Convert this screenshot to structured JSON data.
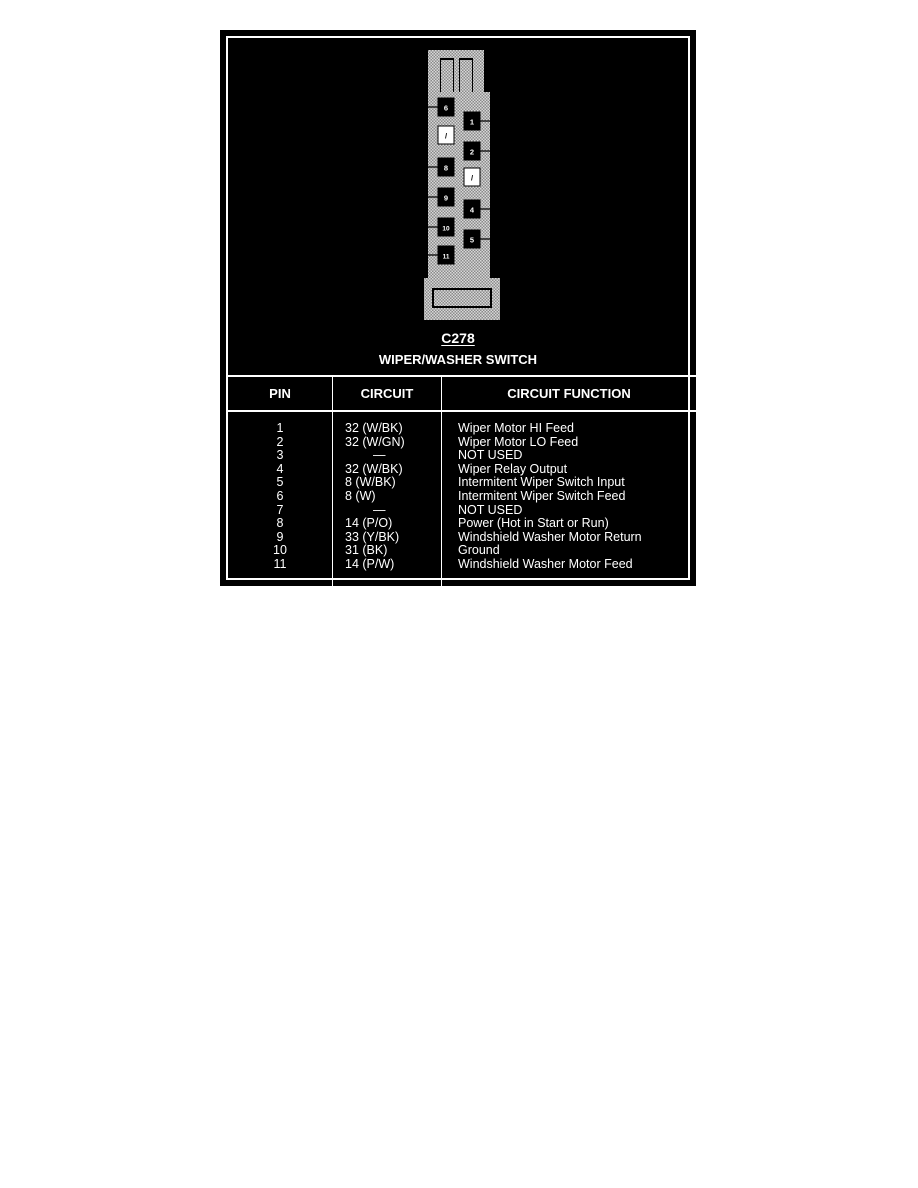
{
  "diagram": {
    "connector_id": "C278",
    "connector_name": "WIPER/WASHER SWITCH",
    "left_callouts": [
      {
        "pin": "6",
        "label": "8 (W)"
      },
      {
        "pin": "8",
        "label": "14 (P/O)"
      },
      {
        "pin": "9",
        "label": "33 (Y/BK)"
      },
      {
        "pin": "10",
        "label": "31 (BK)"
      },
      {
        "pin": "11",
        "label": "14 (P/W)"
      }
    ],
    "right_callouts": [
      {
        "pin": "1",
        "label": "32 (W/BK)"
      },
      {
        "pin": "2",
        "label": "32 (W/GN)"
      },
      {
        "pin": "4",
        "label": "32 (W/BK)"
      },
      {
        "pin": "5",
        "label": "8 (W/BK)"
      }
    ],
    "unused_pins": [
      "7",
      "3"
    ]
  },
  "table": {
    "headers": {
      "pin": "PIN",
      "circuit": "CIRCUIT",
      "function": "CIRCUIT FUNCTION"
    },
    "rows": [
      {
        "pin": "1",
        "circuit": "32 (W/BK)",
        "function": "Wiper Motor HI Feed"
      },
      {
        "pin": "2",
        "circuit": "32 (W/GN)",
        "function": "Wiper Motor LO Feed"
      },
      {
        "pin": "3",
        "circuit": "—",
        "function": "NOT USED"
      },
      {
        "pin": "4",
        "circuit": "32 (W/BK)",
        "function": "Wiper Relay Output"
      },
      {
        "pin": "5",
        "circuit": "8 (W/BK)",
        "function": "Intermitent Wiper Switch Input"
      },
      {
        "pin": "6",
        "circuit": "8 (W)",
        "function": "Intermitent Wiper Switch Feed"
      },
      {
        "pin": "7",
        "circuit": "—",
        "function": "NOT USED"
      },
      {
        "pin": "8",
        "circuit": "14 (P/O)",
        "function": "Power (Hot in Start or Run)"
      },
      {
        "pin": "9",
        "circuit": "33 (Y/BK)",
        "function": "Windshield Washer Motor Return"
      },
      {
        "pin": "10",
        "circuit": "31 (BK)",
        "function": "Ground"
      },
      {
        "pin": "11",
        "circuit": "14 (P/W)",
        "function": "Windshield Washer Motor Feed"
      }
    ]
  }
}
